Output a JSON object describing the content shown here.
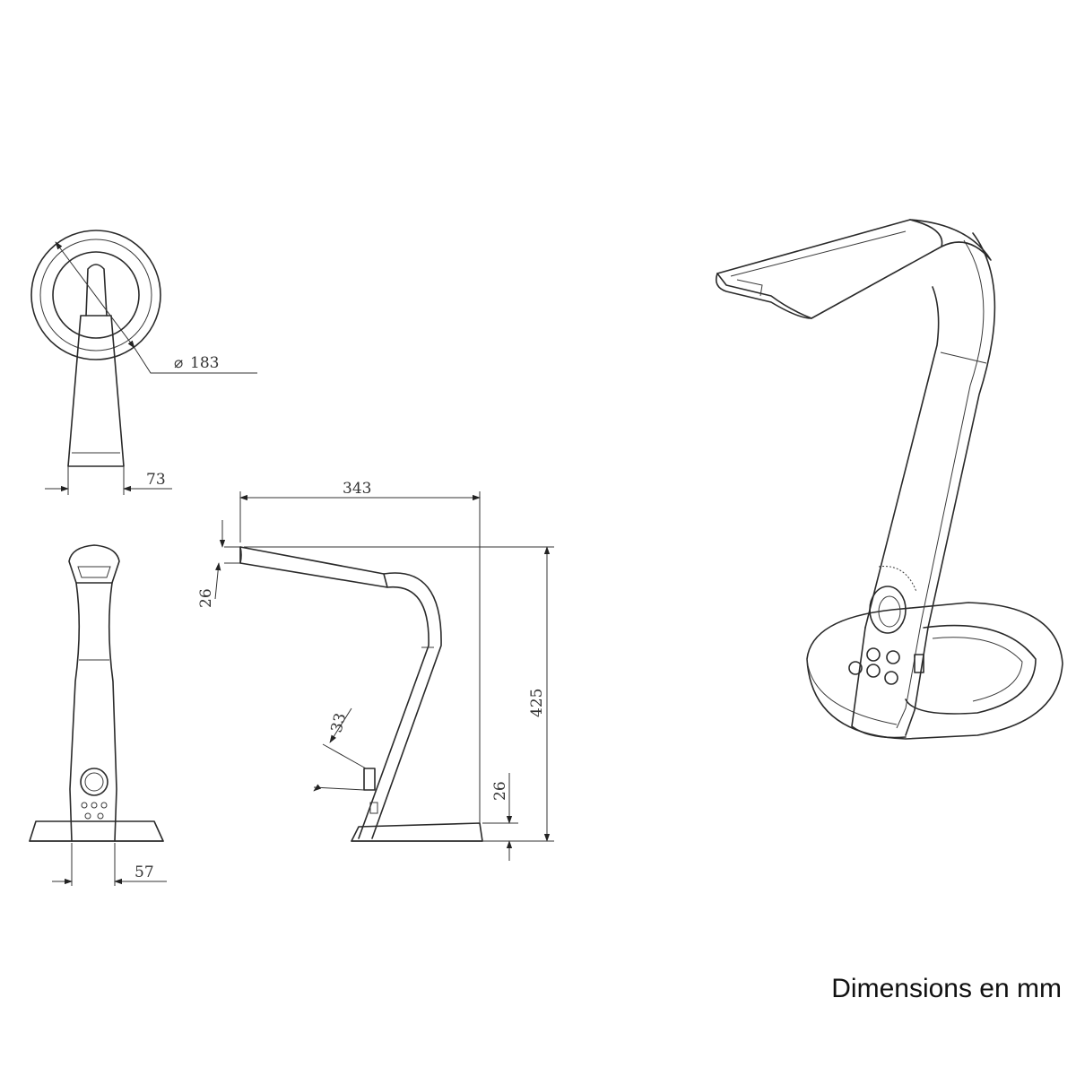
{
  "caption": "Dimensions en mm",
  "dimensions": {
    "base_diameter": "183",
    "diameter_symbol": "⌀",
    "top_width": "73",
    "front_width": "57",
    "depth": "343",
    "height": "425",
    "head_thickness": "26",
    "base_thickness": "26",
    "switch_size": "33"
  }
}
